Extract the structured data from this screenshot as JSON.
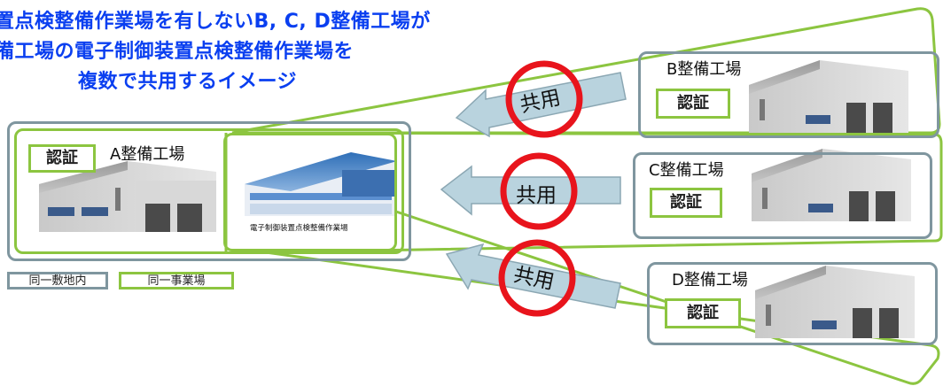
{
  "title": {
    "line1": "置点検整備作業場を有しないB, C, D整備工場が",
    "line2": "備工場の電子制御装置点検整備作業場を",
    "line3": "複数で共用するイメージ"
  },
  "plants": {
    "a": {
      "name": "A整備工場",
      "cert": "認証"
    },
    "b": {
      "name": "B整備工場",
      "cert": "認証"
    },
    "c": {
      "name": "C整備工場",
      "cert": "認証"
    },
    "d": {
      "name": "D整備工場",
      "cert": "認証"
    }
  },
  "facility": {
    "label": "電子制御装置点検整備作業場"
  },
  "share_label": "共用",
  "legend": {
    "same_site": "同一敷地内",
    "same_business": "同一事業場"
  },
  "colors": {
    "title": "#0a3ff0",
    "gray_border": "#7f969f",
    "green_border": "#8cc540",
    "red_ring": "#e8141c",
    "arrow_fill": "#b9d3de",
    "arrow_stroke": "#8ba7b3"
  }
}
